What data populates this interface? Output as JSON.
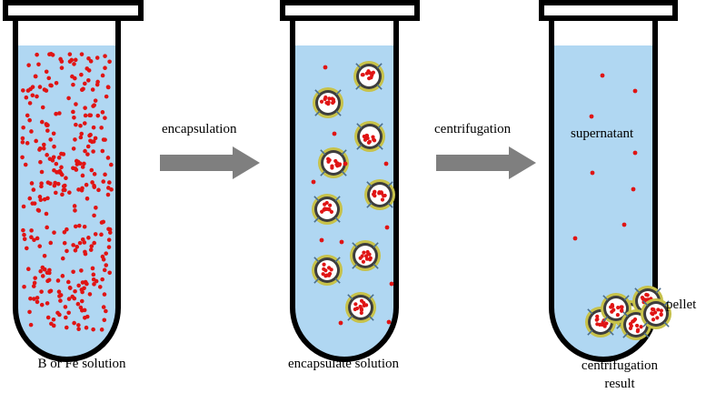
{
  "colors": {
    "liquid": "#b0d7f2",
    "tube_outline": "#000000",
    "arrow": "#7f7f7f",
    "particle": "#e01414",
    "capsule_outer": "#c7c24a",
    "capsule_ring": "#3d3d3d",
    "capsule_core": "#ffffff"
  },
  "tubes": [
    {
      "caption_lines": [
        "B or Fe solution"
      ],
      "content": "dense particles"
    },
    {
      "caption_lines": [
        "encapsulate solution"
      ],
      "content": "capsules with free particles"
    },
    {
      "caption_lines": [
        "centrifugation",
        "result"
      ],
      "content": "sparse particles with pellet"
    }
  ],
  "arrows": [
    {
      "label": "encapsulation"
    },
    {
      "label": "centrifugation"
    }
  ],
  "annotations": {
    "supernatant": "supernatant",
    "pellet": "pellet"
  }
}
